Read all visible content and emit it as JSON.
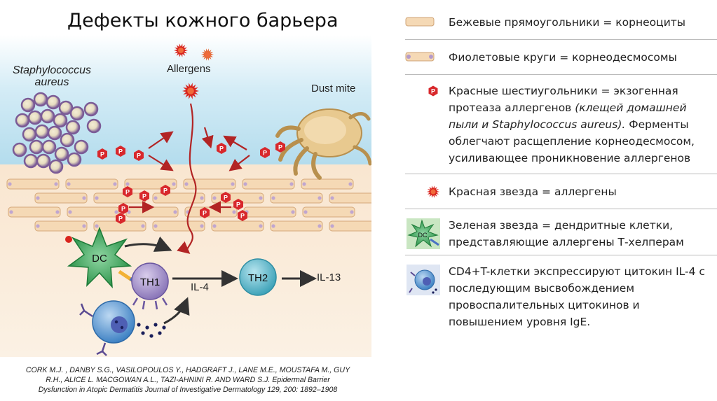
{
  "title": "Дефекты кожного барьера",
  "diagram": {
    "label_staph_1": "Staphylococcus",
    "label_staph_2": "aureus",
    "label_allergens": "Allergens",
    "label_dust_mite": "Dust mite",
    "label_dc": "DC",
    "label_th1": "TH1",
    "label_th2": "TH2",
    "label_il4": "IL-4",
    "label_il13": "IL-13",
    "protease_glyph": "P",
    "colors": {
      "sky": "#bfe2f0",
      "corneocyte": "#f5d9b5",
      "protease": "#d8282c",
      "allergen_star": "#d9241d",
      "dc_green": "#2e9f4f",
      "th1_purple": "#9b88c4",
      "th2_teal": "#49b1c4",
      "bcell_blue": "#3f82c4",
      "staph_purple": "#7b5b96"
    }
  },
  "citation": {
    "line1": "CORK M.J. , DANBY S.G., VASILOPOULOS Y., HADGRAFT J., LANE M.E., MOUSTAFA  M., GUY",
    "line2": "R.H., ALICE L. MACGOWAN A.L., TAZI-AHNINI R. AND WARD S.J. Epidermal Barrier",
    "line3": "Dysfunction in Atopic Dermatitis Journal of Investigative Dermatology 129, 200: 1892–1908"
  },
  "legend": {
    "items": [
      {
        "icon": "corneocyte-icon",
        "text": "Бежевые прямоугольники =  корнеоциты"
      },
      {
        "icon": "corneodesmosome-icon",
        "text": "Фиолетовые круги = корнеодесмосомы"
      },
      {
        "icon": "protease-icon",
        "text_a": "Красные шестиугольники = экзогенная",
        "text_b": "протеаза аллергенов  ",
        "text_b_it": "(клещей домашней",
        "text_c_it": "пыли и Staphylococcus aureus).",
        "text_c": " Ферменты",
        "text_d": "облегчают расщепление корнеодесмосом,",
        "text_e": "усиливающее проникновение аллергенов"
      },
      {
        "icon": "allergen-star-icon",
        "text": "Красная звезда = аллергены"
      },
      {
        "icon": "dendritic-cell-icon",
        "text_a": "Зеленая звезда = дендритные  клетки,",
        "text_b": "представляющие   аллергены  Т-хелперам"
      },
      {
        "icon": "cd4-t-cell-icon",
        "text_a": "CD4+T-клетки экспрессируют цитокин IL-4 с",
        "text_b": "последующим высвобождением",
        "text_c": "провоспалительных  цитокинов и",
        "text_d": "повышением уровня IgE."
      }
    ]
  }
}
